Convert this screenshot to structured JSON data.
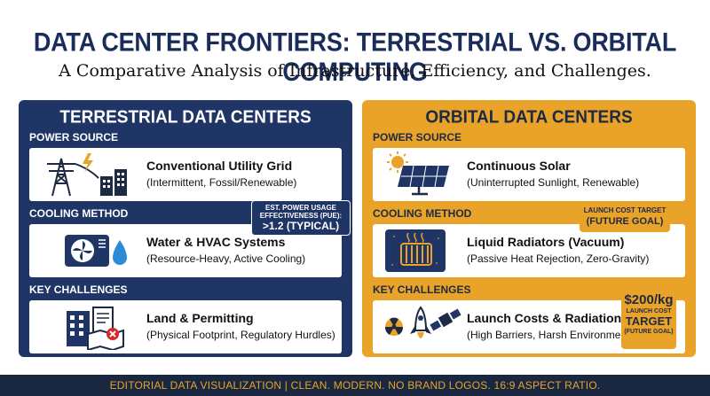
{
  "title": "DATA CENTER FRONTIERS: TERRESTRIAL VS. ORBITAL COMPUTING",
  "subtitle": "A Comparative Analysis of Infrastructure, Efficiency, and Challenges.",
  "colors": {
    "navy": "#1e3566",
    "gold": "#e9a329",
    "footer_bg": "#1a2740"
  },
  "terrestrial": {
    "heading": "TERRESTRIAL DATA CENTERS",
    "sections": [
      {
        "label": "POWER SOURCE",
        "main": "Conventional Utility Grid",
        "sub": "(Intermittent, Fossil/Renewable)",
        "icon": "power-pylon-icon"
      },
      {
        "label": "COOLING METHOD",
        "main": "Water & HVAC Systems",
        "sub": "(Resource-Heavy, Active Cooling)",
        "icon": "hvac-fan-icon"
      },
      {
        "label": "KEY CHALLENGES",
        "main": "Land & Permitting",
        "sub": "(Physical Footprint, Regulatory Hurdles)",
        "icon": "building-permit-icon"
      }
    ],
    "callout": {
      "line1": "EST. POWER USAGE EFFECTIVENESS (PUE):",
      "line2": ">1.2 (TYPICAL)"
    }
  },
  "orbital": {
    "heading": "ORBITAL DATA CENTERS",
    "sections": [
      {
        "label": "POWER SOURCE",
        "main": "Continuous Solar",
        "sub": "(Uninterrupted Sunlight, Renewable)",
        "icon": "solar-panel-icon"
      },
      {
        "label": "COOLING METHOD",
        "main": "Liquid Radiators (Vacuum)",
        "sub": "(Passive Heat Rejection, Zero-Gravity)",
        "icon": "radiator-icon"
      },
      {
        "label": "KEY CHALLENGES",
        "main": "Launch Costs & Radiation",
        "sub": "(High Barriers, Harsh Environment)",
        "icon": "rocket-satellite-icon"
      }
    ],
    "callout_top": {
      "line1": "LAUNCH COST TARGET",
      "line2": "(FUTURE GOAL)"
    },
    "callout_price": {
      "value": "$200/kg",
      "line1": "LAUNCH COST",
      "line2": "TARGET",
      "line3": "(FUTURE GOAL)"
    }
  },
  "footer": "EDITORIAL DATA VISUALIZATION | CLEAN. MODERN. NO BRAND LOGOS. 16:9 ASPECT RATIO."
}
